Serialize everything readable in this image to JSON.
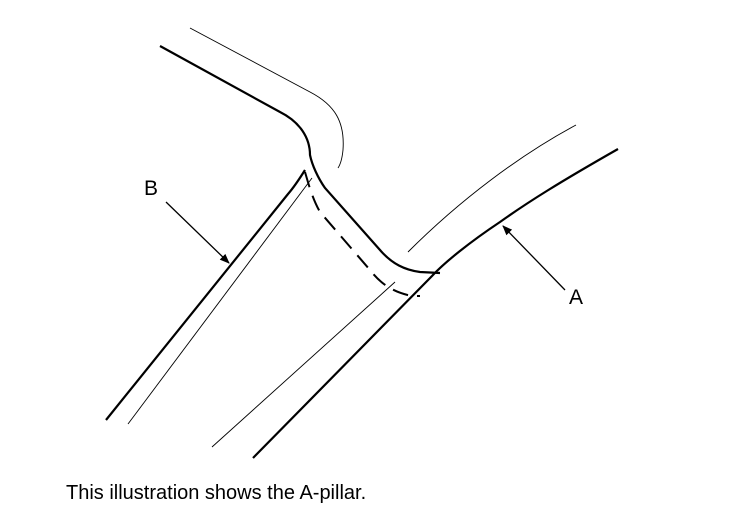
{
  "labels": {
    "a": "A",
    "b": "B"
  },
  "caption": "This illustration shows the A-pillar.",
  "colors": {
    "line": "#000000",
    "background": "#ffffff"
  }
}
